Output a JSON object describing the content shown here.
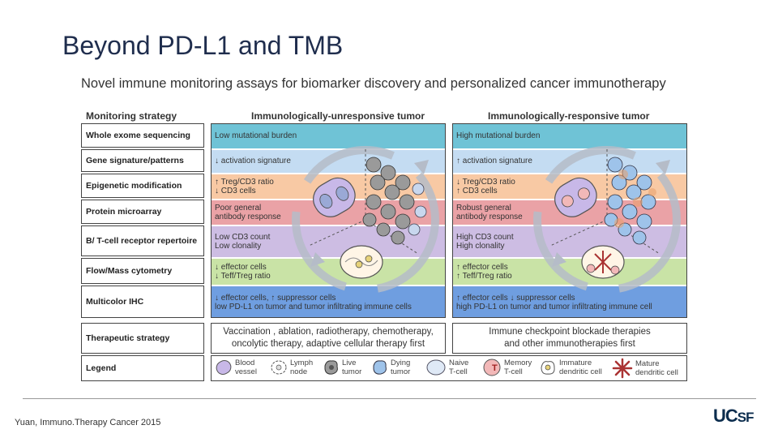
{
  "slide_title": "Beyond PD-L1 and TMB",
  "figure_title": "Novel immune monitoring assays for biomarker discovery and personalized cancer immunotherapy",
  "headers": {
    "strategy": "Monitoring strategy",
    "unresponsive": "Immunologically-unresponsive tumor",
    "responsive": "Immunologically-responsive tumor"
  },
  "rows": [
    {
      "label": "Whole exome sequencing",
      "color": "#6fc3d6",
      "unresponsive": [
        "Low mutational burden"
      ],
      "responsive": [
        "High mutational  burden"
      ]
    },
    {
      "label": "Gene signature/patterns",
      "color": "#c4dcf2",
      "unresponsive": [
        "↓ activation signature"
      ],
      "responsive": [
        "↑ activation signature"
      ]
    },
    {
      "label": "Epigenetic  modification",
      "color": "#f8c9a4",
      "unresponsive": [
        "↑ Treg/CD3 ratio",
        "↓ CD3 cells"
      ],
      "responsive": [
        "↓ Treg/CD3 ratio",
        "↑ CD3 cells"
      ]
    },
    {
      "label": "Protein microarray",
      "color": "#eaa2a6",
      "unresponsive": [
        "Poor  general",
        "antibody response"
      ],
      "responsive": [
        "Robust  general",
        "antibody  response"
      ]
    },
    {
      "label": "B/ T-cell  receptor repertoire",
      "color": "#cdbde3",
      "unresponsive": [
        "Low CD3  count",
        "Low clonality"
      ],
      "responsive": [
        "High CD3 count",
        "High clonality"
      ]
    },
    {
      "label": "Flow/Mass cytometry",
      "color": "#c9e3a6",
      "unresponsive": [
        "↓ effector cells",
        "↓ Teff/Treg  ratio"
      ],
      "responsive": [
        "↑ effector cells",
        "↑ Teff/Treg  ratio"
      ]
    },
    {
      "label": "Multicolor IHC",
      "color": "#6f9ee0",
      "unresponsive": [
        "↓ effector cells,  ↑ suppressor  cells",
        "low PD-L1 on tumor and tumor infiltrating immune cells"
      ],
      "responsive": [
        "↑ effector cells  ↓ suppressor  cells",
        "high PD-L1 on tumor and tumor infiltrating immune cell"
      ]
    }
  ],
  "therapeutic": {
    "label": "Therapeutic strategy",
    "unresponsive": [
      "Vaccination , ablation, radiotherapy,  chemotherapy,",
      "oncolytic therapy, adaptive cellular therapy first"
    ],
    "responsive": [
      "Immune checkpoint  blockade therapies",
      "and other  immunotherapies first"
    ]
  },
  "legend": {
    "label": "Legend",
    "items": [
      {
        "icon": "blood-vessel-icon",
        "text": [
          "Blood",
          "vessel"
        ]
      },
      {
        "icon": "lymph-node-icon",
        "text": [
          "Lymph",
          "node"
        ]
      },
      {
        "icon": "live-tumor-icon",
        "text": [
          "Live",
          "tumor"
        ]
      },
      {
        "icon": "dying-tumor-icon",
        "text": [
          "Dying",
          "tumor"
        ]
      },
      {
        "icon": "naive-t-cell-icon",
        "text": [
          "Naive",
          "T-cell"
        ]
      },
      {
        "icon": "memory-t-cell-icon",
        "badge": "T",
        "text": [
          "Memory",
          "T-cell"
        ]
      },
      {
        "icon": "immature-dendritic-cell-icon",
        "text": [
          "Immature",
          "dendritic cell"
        ]
      },
      {
        "icon": "mature-dendritic-cell-icon",
        "text": [
          "Mature",
          "dendritic cell"
        ]
      }
    ]
  },
  "citation": "Yuan, Immuno.Therapy Cancer 2015",
  "logo": {
    "main": "UC",
    "sub": "SF"
  },
  "colors": {
    "title": "#1f2d4d",
    "logo": "#0c2d4e",
    "cycle_arrow": "#b5bcc8"
  }
}
